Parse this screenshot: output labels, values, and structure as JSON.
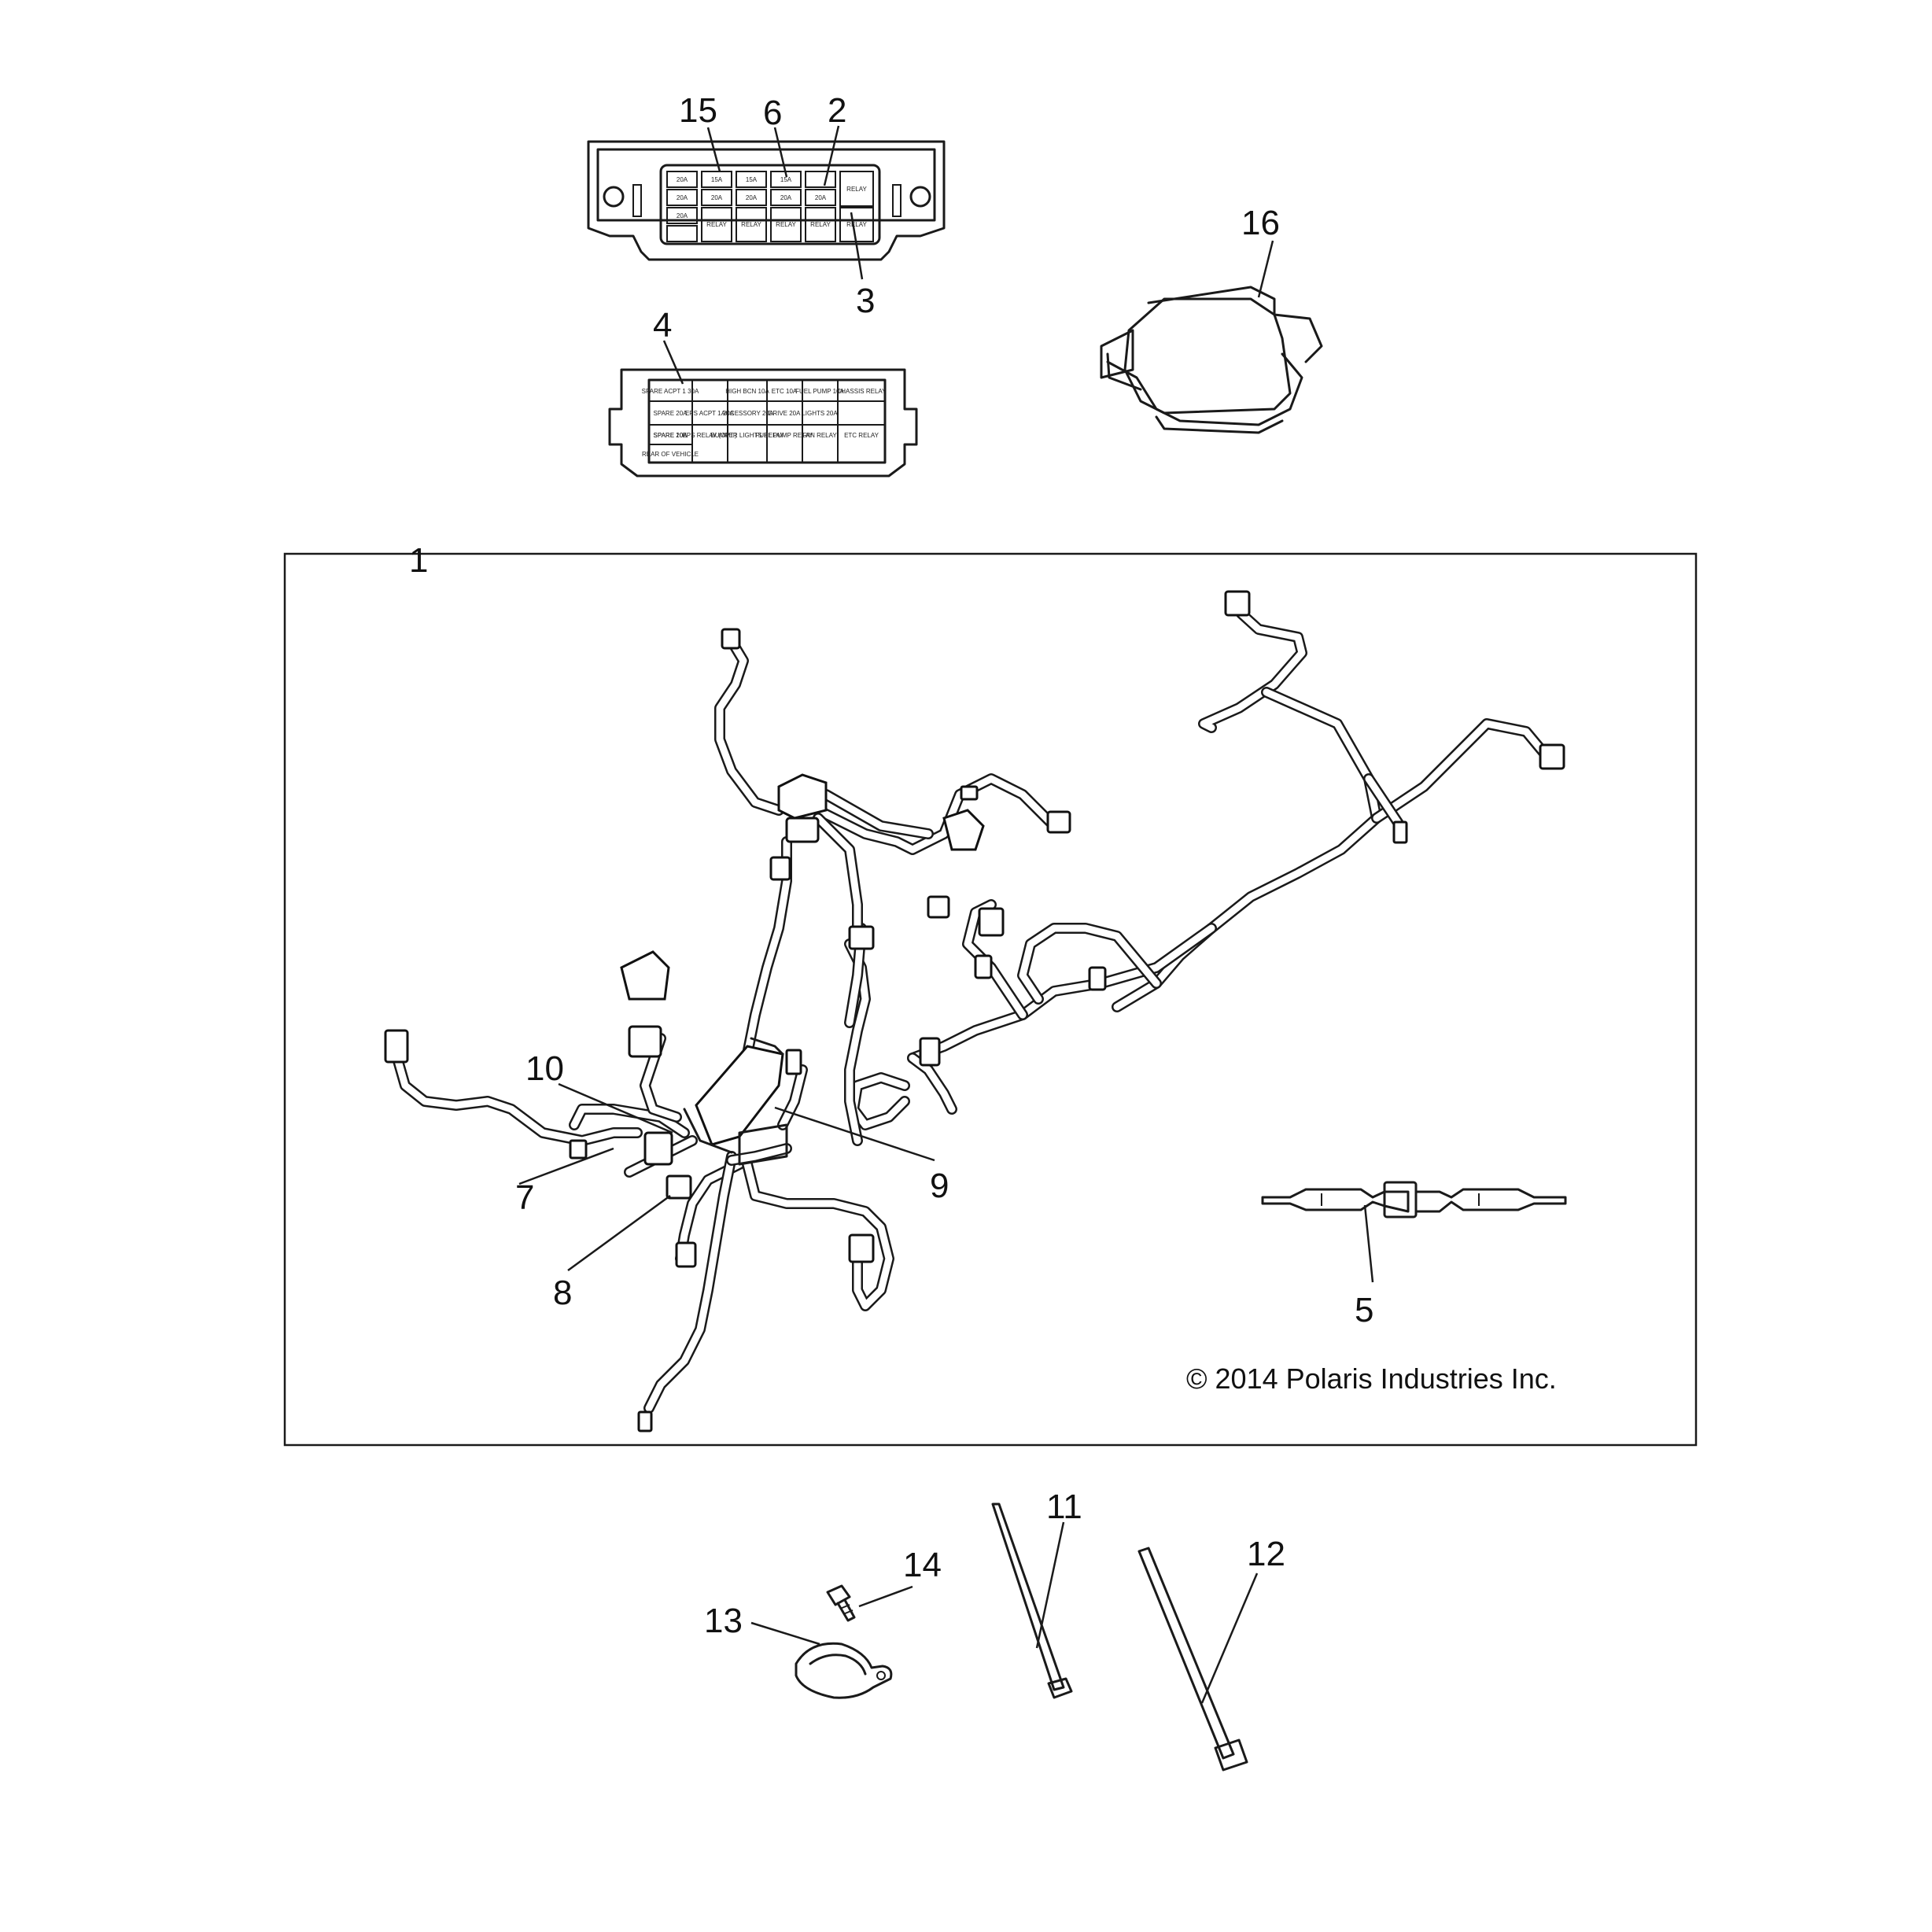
{
  "diagram": {
    "copyright": "© 2014 Polaris Industries Inc.",
    "callouts": [
      "1",
      "2",
      "3",
      "4",
      "5",
      "6",
      "7",
      "8",
      "9",
      "10",
      "11",
      "12",
      "13",
      "14",
      "15",
      "16"
    ],
    "fuse_block_labels": [
      "20A",
      "15A",
      "15A",
      "15A",
      "RELAY",
      "20A",
      "20A",
      "20A",
      "20A",
      "20A",
      "20A",
      "RELAY",
      "RELAY",
      "RELAY",
      "RELAY",
      "RELAY"
    ],
    "cover_labels": {
      "row1": [
        "SPARE ACPT 1 30A",
        "HIGH BCN 10A",
        "ETC 10A",
        "FUEL PUMP 10A",
        "CHASSIS RELAY"
      ],
      "row2": [
        "SPARE 20A",
        "EPS ACPT 1 20A",
        "ACCESSORY 20A",
        "DRIVE 20A",
        "LIGHTS 20A"
      ],
      "row3": [
        "SPARE 20A",
        "SPARE 10A",
        "EPS RELAY (OPT.)",
        "BUMPER LIGHTS RELAY",
        "FUEL PUMP RELAY",
        "FAN RELAY",
        "ETC RELAY"
      ],
      "footer": "REAR OF VEHICLE"
    }
  }
}
